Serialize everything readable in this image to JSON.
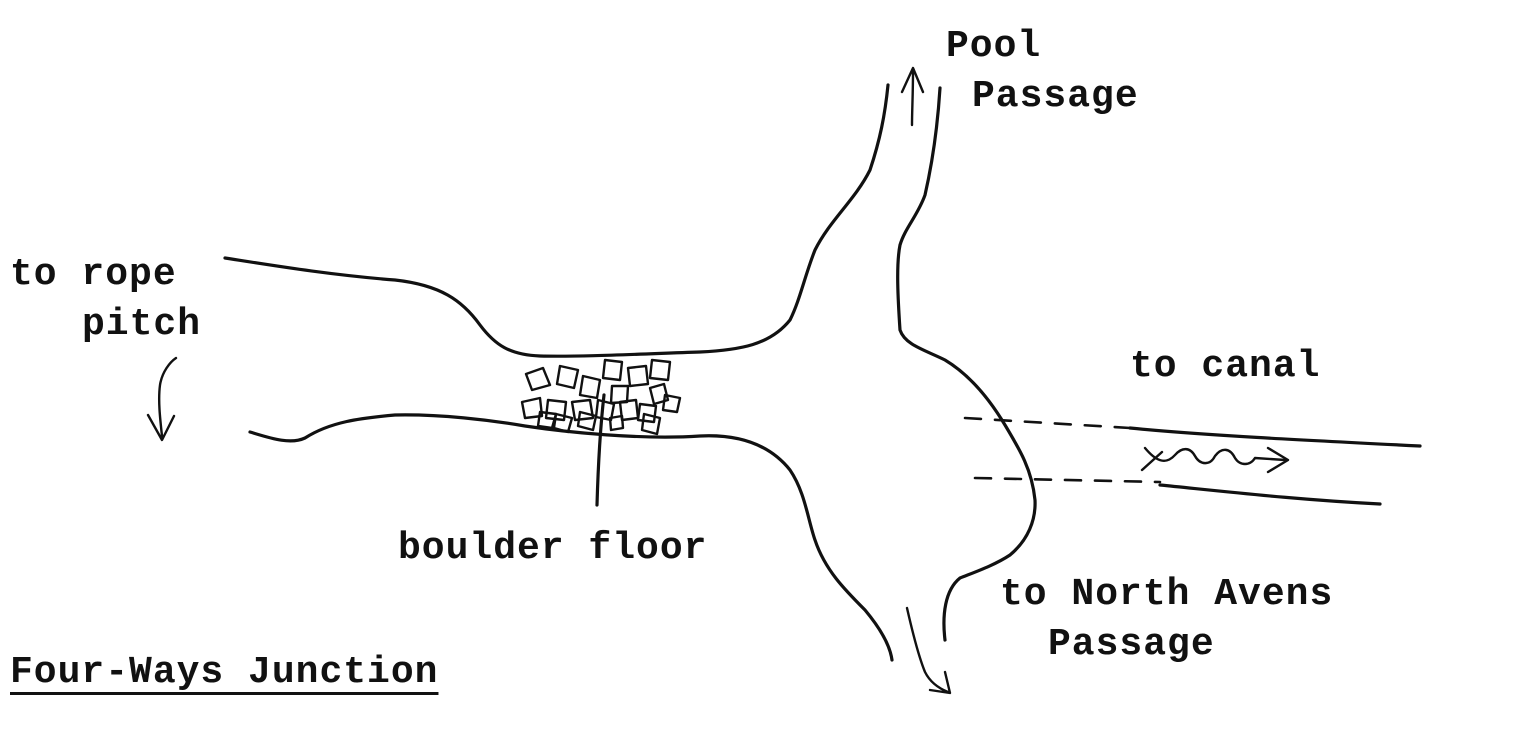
{
  "diagram": {
    "labels": {
      "pool_line1": "Pool",
      "pool_line2": "Passage",
      "rope_line1": "to rope",
      "rope_line2": "pitch",
      "canal": "to canal",
      "boulder": "boulder floor",
      "north_line1": "to North Avens",
      "north_line2": "Passage",
      "title": "Four-Ways Junction"
    },
    "ink_color": "#111111",
    "background": "#ffffff"
  }
}
